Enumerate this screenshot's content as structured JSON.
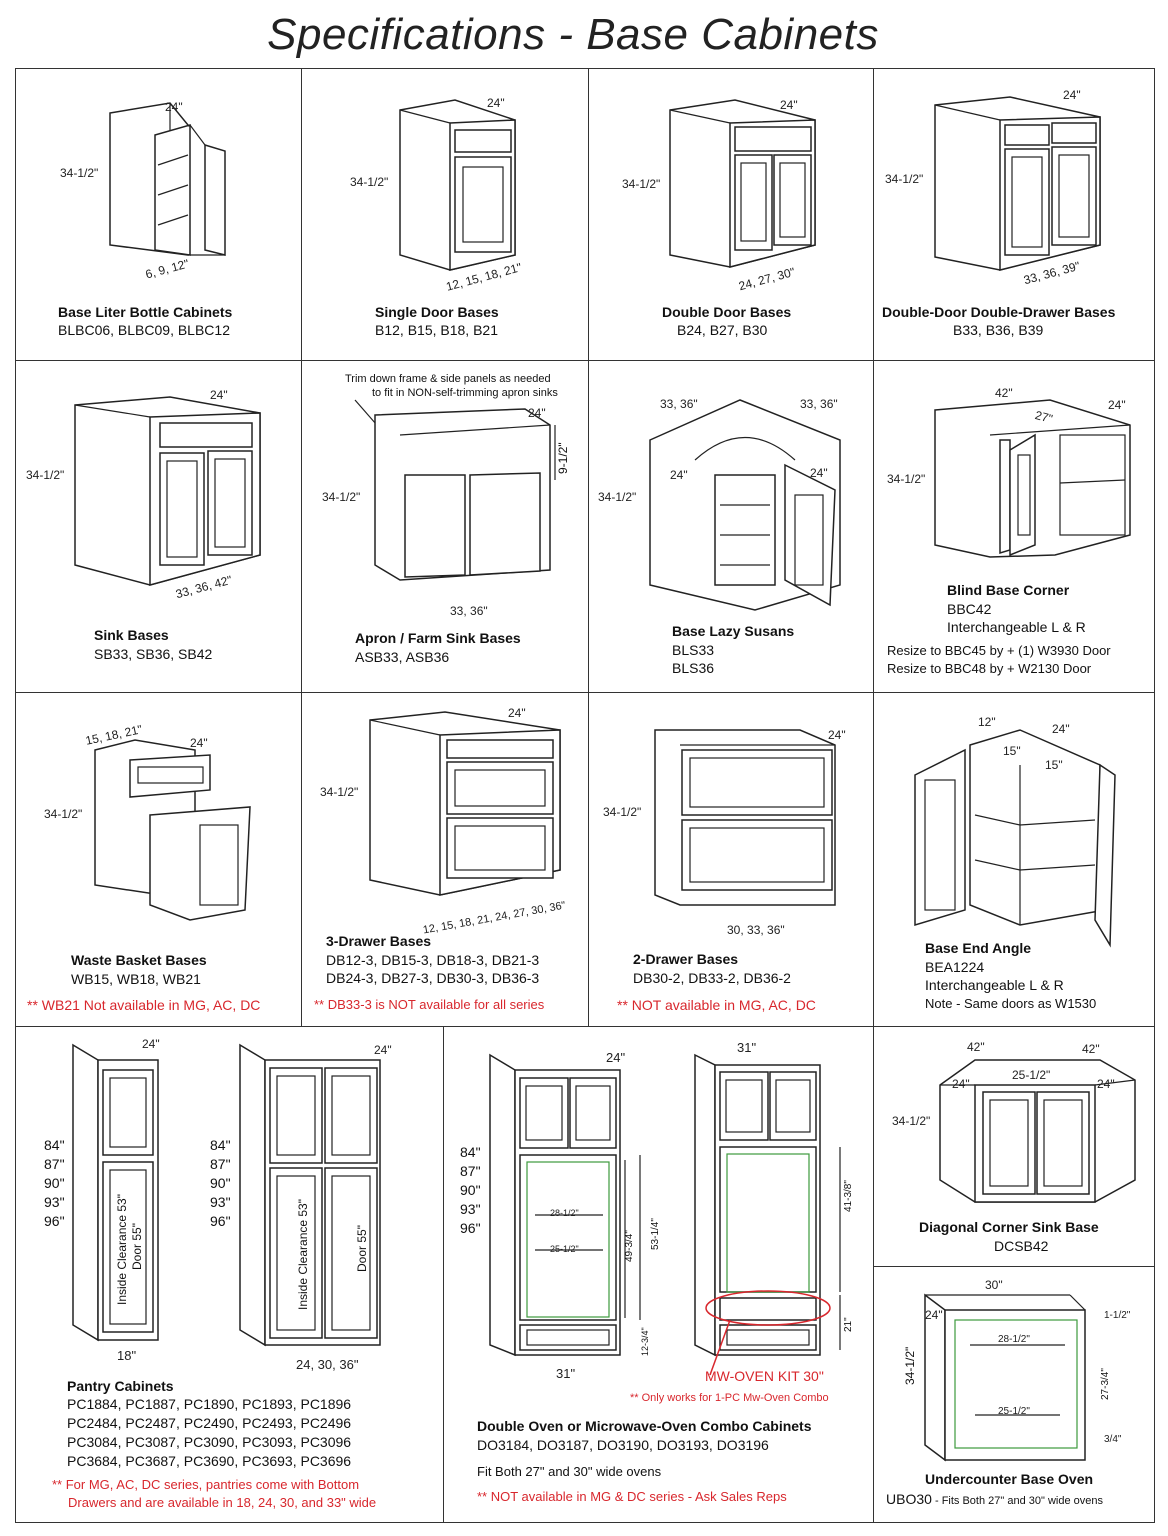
{
  "title": "Specifications - Base Cabinets",
  "cells": {
    "blbc": {
      "name": "Base Liter Bottle Cabinets",
      "codes": "BLBC06, BLBC09, BLBC12",
      "dims": [
        "24\"",
        "34-1/2\"",
        "6, 9, 12\""
      ]
    },
    "single": {
      "name": "Single Door Bases",
      "codes": "B12, B15, B18, B21",
      "dims": [
        "24\"",
        "34-1/2\"",
        "12, 15, 18, 21\""
      ]
    },
    "double": {
      "name": "Double Door Bases",
      "codes": "B24, B27, B30",
      "dims": [
        "24\"",
        "34-1/2\"",
        "24, 27, 30\""
      ]
    },
    "dddd": {
      "name": "Double-Door Double-Drawer Bases",
      "codes": "B33, B36, B39",
      "dims": [
        "24\"",
        "34-1/2\"",
        "33, 36, 39\""
      ]
    },
    "sink": {
      "name": "Sink Bases",
      "codes": "SB33, SB36, SB42",
      "dims": [
        "24\"",
        "34-1/2\"",
        "33, 36, 42\""
      ]
    },
    "apron": {
      "name": "Apron / Farm Sink Bases",
      "codes": "ASB33,  ASB36",
      "note1": "Trim down frame & side panels as needed",
      "note2": "to fit in NON-self-trimming apron sinks",
      "dims": [
        "24\"",
        "34-1/2\"",
        "9-1/2\"",
        "33, 36\""
      ]
    },
    "lazy": {
      "name": "Base Lazy Susans",
      "code1": "BLS33",
      "code2": "BLS36",
      "dims": [
        "33, 36\"",
        "33, 36\"",
        "24\"",
        "24\"",
        "34-1/2\""
      ]
    },
    "blind": {
      "name": "Blind Base Corner",
      "code1": "BBC42",
      "code2": "Interchangeable L & R",
      "note1": "Resize to BBC45 by + (1) W3930 Door",
      "note2": "Resize to BBC48 by + W2130 Door",
      "dims": [
        "42\"",
        "27\"",
        "24\"",
        "34-1/2\""
      ]
    },
    "waste": {
      "name": "Waste Basket Bases",
      "codes": "WB15, WB18, WB21",
      "warn": "** WB21 Not available in MG, AC, DC",
      "dims": [
        "15, 18, 21\"",
        "24\"",
        "34-1/2\""
      ]
    },
    "drawer3": {
      "name": "3-Drawer Bases",
      "codes1": "DB12-3, DB15-3, DB18-3, DB21-3",
      "codes2": "DB24-3, DB27-3, DB30-3, DB36-3",
      "warn": "** DB33-3 is NOT available for all series",
      "dims": [
        "24\"",
        "34-1/2\"",
        "12, 15, 18, 21, 24, 27, 30, 36\""
      ]
    },
    "drawer2": {
      "name": "2-Drawer Bases",
      "codes": "DB30-2,  DB33-2,  DB36-2",
      "warn": "** NOT available in MG, AC, DC",
      "dims": [
        "24\"",
        "34-1/2\"",
        "30, 33, 36\""
      ]
    },
    "endangle": {
      "name": "Base End Angle",
      "code1": "BEA1224",
      "code2": "Interchangeable L & R",
      "note": "Note - Same doors as W1530",
      "dims": [
        "12\"",
        "24\"",
        "15\"",
        "15\""
      ]
    },
    "pantry": {
      "name": "Pantry Cabinets",
      "rows": [
        "PC1884, PC1887, PC1890, PC1893, PC1896",
        "PC2484, PC2487, PC2490, PC2493, PC2496",
        "PC3084, PC3087, PC3090, PC3093, PC3096",
        "PC3684, PC3687, PC3690, PC3693, PC3696"
      ],
      "warn1": "** For MG, AC, DC series, pantries come with Bottom",
      "warn2": "Drawers and are available in 18, 24, 30, and 33\" wide",
      "heights": [
        "84\"",
        "87\"",
        "90\"",
        "93\"",
        "96\""
      ],
      "depth": "24\"",
      "w1": "18\"",
      "w2": "24, 30, 36\"",
      "inside": "Inside Clearance 53\"",
      "door": "Door 55\""
    },
    "oven": {
      "name": "Double Oven or Microwave-Oven Combo Cabinets",
      "codes": "DO3184, DO3187, DO3190, DO3193, DO3196",
      "fit": "Fit Both 27\" and 30\" wide ovens",
      "warn": "** NOT available in MG & DC series - Ask Sales Reps",
      "kit": "MW-OVEN KIT 30\"",
      "kitnote": "** Only works for 1-PC Mw-Oven Combo",
      "heights": [
        "84\"",
        "87\"",
        "90\"",
        "93\"",
        "96\""
      ],
      "dims": [
        "24\"",
        "31\"",
        "31\"",
        "28-1/2\"",
        "25-1/2\"",
        "49-3/4\"",
        "53-1/4\"",
        "12-3/4\"",
        "41-3/8\"",
        "21\""
      ]
    },
    "diag": {
      "name": "Diagonal Corner Sink Base",
      "codes": "DCSB42",
      "dims": [
        "42\"",
        "42\"",
        "24\"",
        "25-1/2\"",
        "24\"",
        "34-1/2\""
      ]
    },
    "ubo": {
      "name": "Undercounter Base Oven",
      "code": "UBO30",
      "codenote": " - Fits Both 27\" and 30\" wide ovens",
      "dims": [
        "30\"",
        "24\"",
        "28-1/2\"",
        "25-1/2\"",
        "1-1/2\"",
        "27-3/4\"",
        "3/4\"",
        "34-1/2\""
      ]
    }
  }
}
